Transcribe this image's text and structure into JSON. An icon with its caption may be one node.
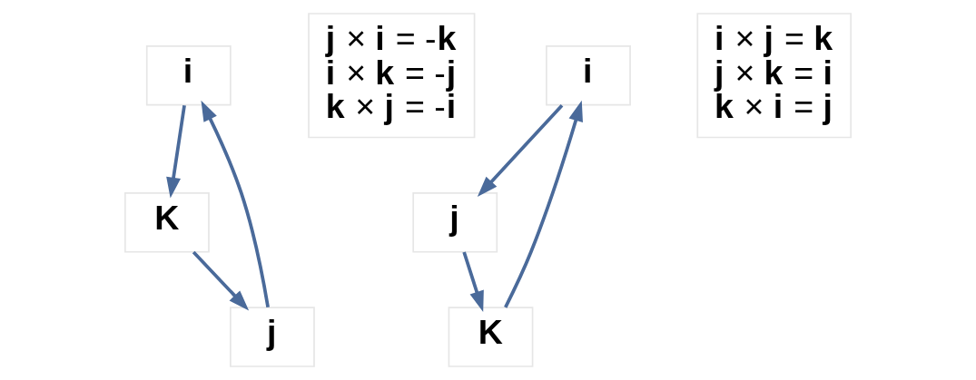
{
  "diagram": {
    "nodes": [
      {
        "text": [
          "**i**"
        ]
      },
      {
        "text": [
          "**j** × **i** = -**k**",
          "**i** × **k** = -**j**",
          "**k** × **j** = -**i**"
        ]
      },
      {
        "text": [
          "**K**"
        ]
      },
      {
        "text": [
          "**j**"
        ]
      },
      {
        "text": [
          "**i**"
        ]
      },
      {
        "text": [
          "**i** × **j** = **k**",
          "**j** × **k** = **i**",
          "**k** × **i** = **j**"
        ]
      },
      {
        "text": [
          "**K**"
        ]
      },
      {
        "text": [
          "**j**"
        ]
      }
    ],
    "edges": [
      {
        "from": 3,
        "to": 0,
        "arrow": "to"
      },
      {
        "from": 0,
        "to": 2,
        "arrow": "to"
      },
      {
        "from": 2,
        "to": 3,
        "arrow": "to"
      },
      {
        "from": 4,
        "to": 7,
        "arrow": "to"
      },
      {
        "from": 7,
        "to": 6,
        "arrow": "to"
      },
      {
        "from": 6,
        "to": 4,
        "arrow": "to"
      }
    ]
  }
}
